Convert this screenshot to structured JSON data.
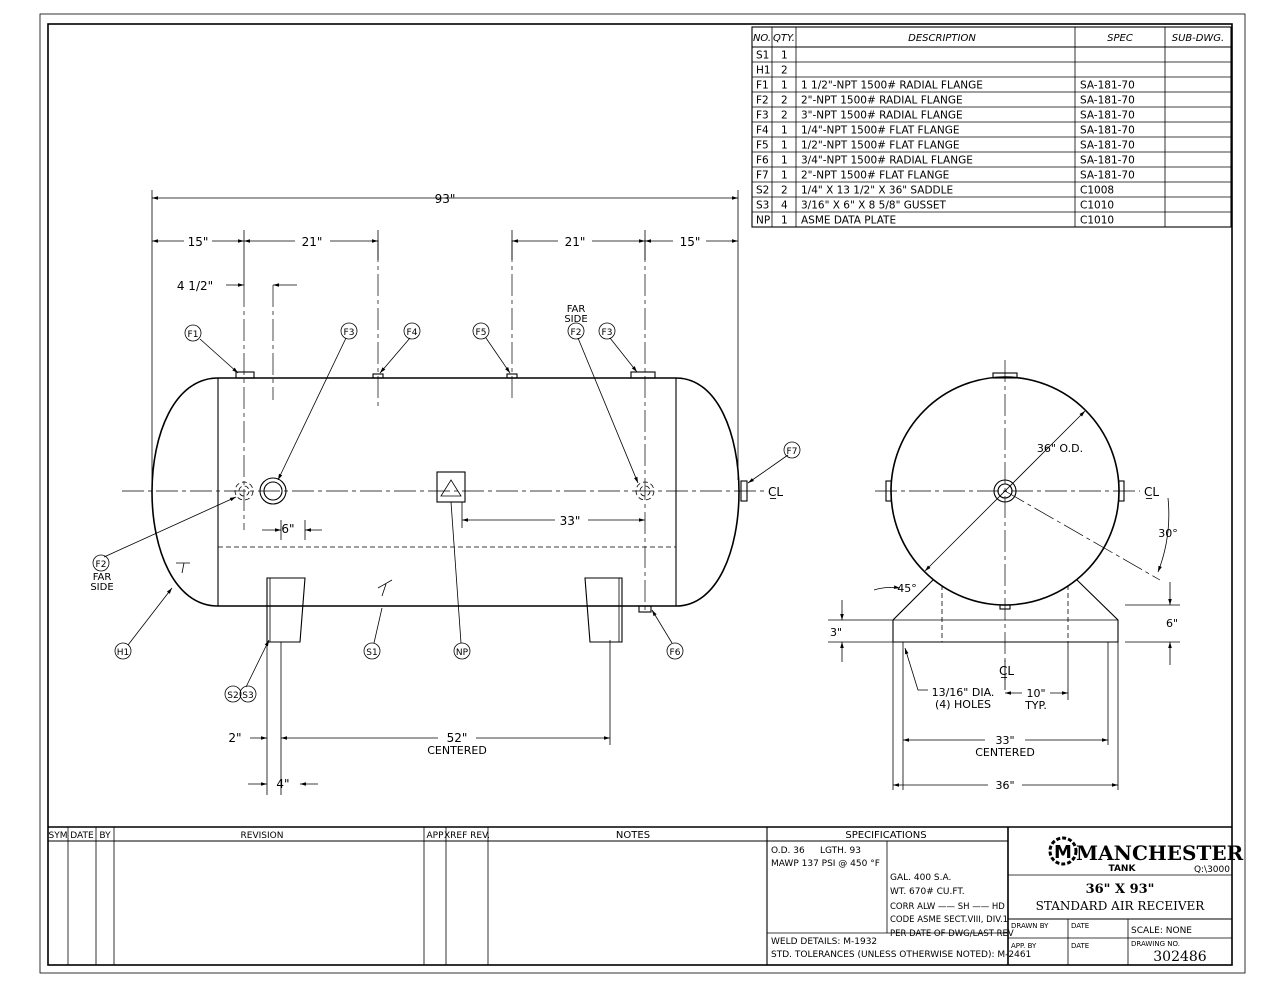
{
  "bom": {
    "headers": [
      "NO.",
      "QTY.",
      "DESCRIPTION",
      "SPEC",
      "SUB-DWG."
    ],
    "rows": [
      {
        "no": "S1",
        "qty": "1",
        "desc": "",
        "spec": ""
      },
      {
        "no": "H1",
        "qty": "2",
        "desc": "",
        "spec": ""
      },
      {
        "no": "F1",
        "qty": "1",
        "desc": "1 1/2\"-NPT 1500# RADIAL FLANGE",
        "spec": "SA-181-70"
      },
      {
        "no": "F2",
        "qty": "2",
        "desc": "2\"-NPT 1500# RADIAL FLANGE",
        "spec": "SA-181-70"
      },
      {
        "no": "F3",
        "qty": "2",
        "desc": "3\"-NPT 1500# RADIAL FLANGE",
        "spec": "SA-181-70"
      },
      {
        "no": "F4",
        "qty": "1",
        "desc": "1/4\"-NPT 1500# FLAT FLANGE",
        "spec": "SA-181-70"
      },
      {
        "no": "F5",
        "qty": "1",
        "desc": "1/2\"-NPT 1500# FLAT FLANGE",
        "spec": "SA-181-70"
      },
      {
        "no": "F6",
        "qty": "1",
        "desc": "3/4\"-NPT 1500# RADIAL FLANGE",
        "spec": "SA-181-70"
      },
      {
        "no": "F7",
        "qty": "1",
        "desc": "2\"-NPT 1500# FLAT FLANGE",
        "spec": "SA-181-70"
      },
      {
        "no": "S2",
        "qty": "2",
        "desc": "1/4\" X 13 1/2\" X 36\" SADDLE",
        "spec": "C1008"
      },
      {
        "no": "S3",
        "qty": "4",
        "desc": "3/16\" X 6\" X 8 5/8\" GUSSET",
        "spec": "C1010"
      },
      {
        "no": "NP",
        "qty": "1",
        "desc": "ASME DATA PLATE",
        "spec": "C1010"
      }
    ]
  },
  "side_view": {
    "overall": "93\"",
    "left_15": "15\"",
    "left_21": "21\"",
    "right_21": "21\"",
    "right_15": "15\"",
    "offset": "4 1/2\"",
    "six": "6\"",
    "thirty_three": "33\"",
    "two": "2\"",
    "four": "4\"",
    "fifty_two": "52\"",
    "centered": "CENTERED",
    "far": "FAR",
    "side": "SIDE",
    "balloons": {
      "f1": "F1",
      "f3a": "F3",
      "f4": "F4",
      "f5": "F5",
      "f2b": "F2",
      "f3b": "F3",
      "f7": "F7",
      "f2a": "F2",
      "h1": "H1",
      "s2": "S2",
      "s3": "S3",
      "s1": "S1",
      "np": "NP",
      "f6": "F6"
    },
    "cl": "C̲L"
  },
  "end_view": {
    "od": "36\" O.D.",
    "thirty": "30°",
    "forty_five": "45°",
    "three": "3\"",
    "six": "6\"",
    "holes_1": "13/16\" DIA.",
    "holes_2": "(4) HOLES",
    "ten": "10\"",
    "typ": "TYP.",
    "thirty_three": "33\"",
    "centered": "CENTERED",
    "thirty_six": "36\"",
    "cl": "C̲L"
  },
  "title_block": {
    "rev_headers": [
      "SYM",
      "DATE",
      "BY",
      "REVISION",
      "APP",
      "XREF REV.",
      "NOTES"
    ],
    "spec_header": "SPECIFICATIONS",
    "od": "O.D. 36",
    "lgth": "LGTH. 93",
    "mawp": "MAWP 137   PSI @ 450 °F",
    "gal": "GAL. 400   S.A.",
    "wt": "WT. 670#     CU.FT.",
    "corr": "CORR ALW —— SH —— HD",
    "code": "CODE ASME SECT.VIII, DIV.1",
    "per_date": "PER DATE OF DWG/LAST REV",
    "weld": "WELD DETAILS: M-1932",
    "tol": "STD. TOLERANCES (UNLESS OTHERWISE NOTED): M-2461",
    "brand": "MANCHESTER",
    "brand_sub": "TANK",
    "qref": "Q:\\3000",
    "title1": "36\"  X  93\"",
    "title2": "STANDARD AIR RECEIVER",
    "drawn_by": "DRAWN BY",
    "date1": "DATE",
    "scale": "SCALE:  NONE",
    "app_by": "APP. BY",
    "date2": "DATE",
    "dwg_no_label": "DRAWING NO.",
    "dwg_no": "302486"
  }
}
